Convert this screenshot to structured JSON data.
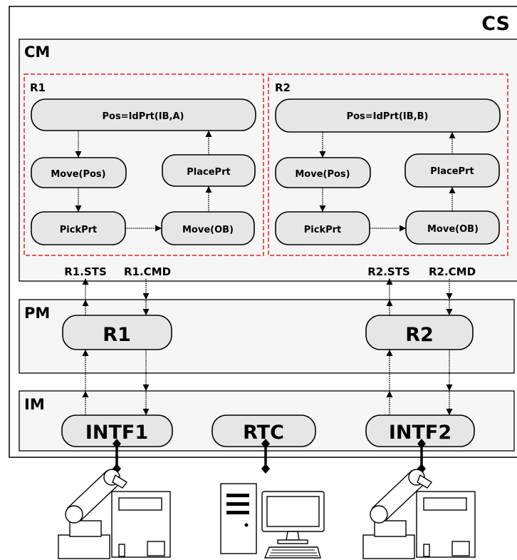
{
  "system": {
    "label": "CS"
  },
  "layers": {
    "cm": {
      "label": "CM"
    },
    "pm": {
      "label": "PM"
    },
    "im": {
      "label": "IM"
    }
  },
  "robot_groups": [
    {
      "label": "R1",
      "nodes": {
        "identify": "Pos=IdPrt(IB,A)",
        "move_pos": "Move(Pos)",
        "pick": "PickPrt",
        "move_ob": "Move(OB)",
        "place": "PlacePrt"
      },
      "status_signal": "R1.STS",
      "command_signal": "R1.CMD"
    },
    {
      "label": "R2",
      "nodes": {
        "identify": "Pos=IdPrt(IB,B)",
        "move_pos": "Move(Pos)",
        "pick": "PickPrt",
        "move_ob": "Move(OB)",
        "place": "PlacePrt"
      },
      "status_signal": "R2.STS",
      "command_signal": "R2.CMD"
    }
  ],
  "process_nodes": [
    "R1",
    "R2"
  ],
  "interface_nodes": [
    "INTF1",
    "RTC",
    "INTF2"
  ],
  "hardware": [
    {
      "icon": "robot-arm-icon"
    },
    {
      "icon": "desktop-computer-icon"
    },
    {
      "icon": "robot-arm-icon"
    }
  ]
}
